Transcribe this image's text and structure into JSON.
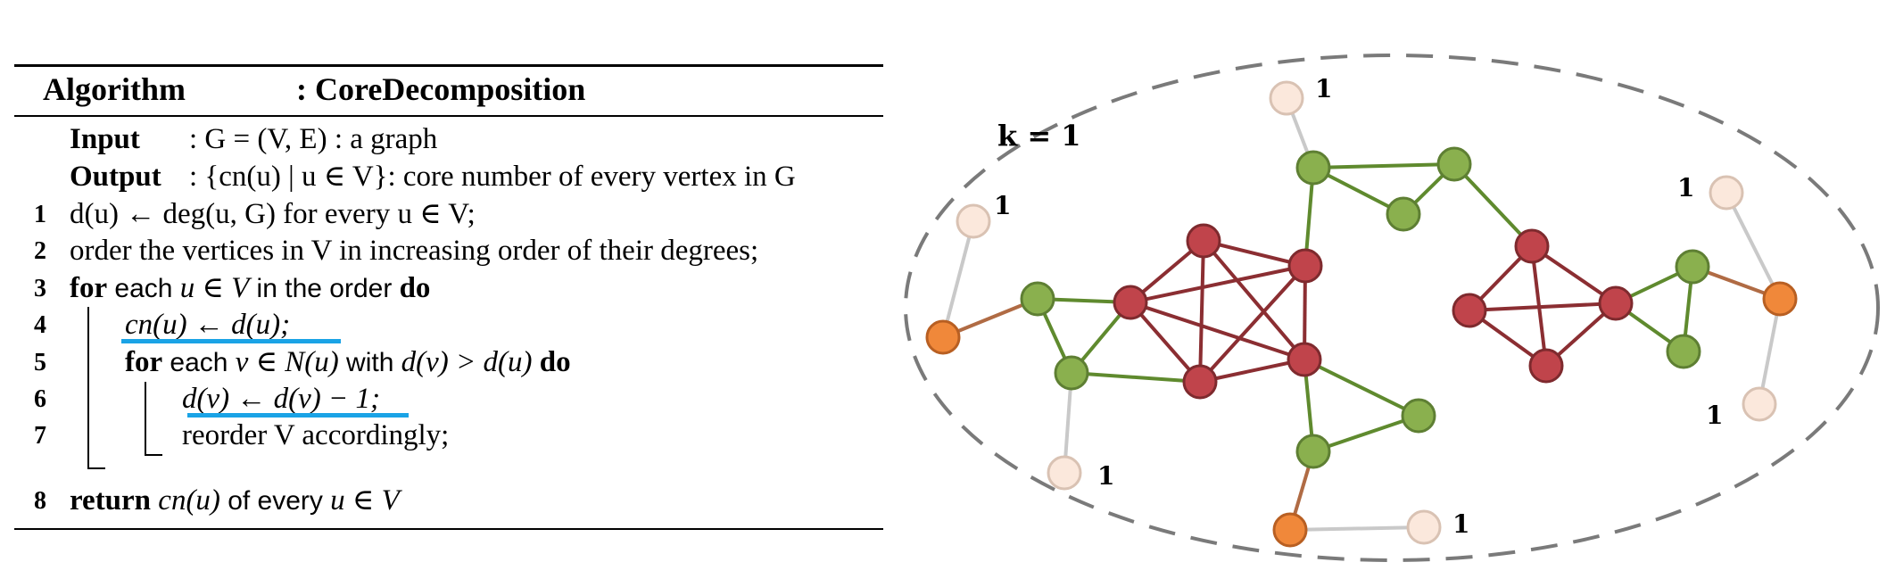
{
  "algorithm": {
    "title_keyword": "Algorithm",
    "title_name": ": CoreDecomposition",
    "input_label": "Input",
    "input_text": ": G = (V, E) : a graph",
    "output_label": "Output",
    "output_text": ": {cn(u) | u ∈ V}: core number of every vertex in G",
    "lines": [
      {
        "num": "1",
        "text": "d(u) ← deg(u, G) for every u ∈ V;"
      },
      {
        "num": "2",
        "text": "order the vertices in V in increasing order of their degrees;"
      },
      {
        "num": "3",
        "kw1": "for",
        "word": "each",
        "math": "u ∈ V",
        "mid": "in the order",
        "kw2": "do"
      },
      {
        "num": "4",
        "text": "cn(u) ← d(u);"
      },
      {
        "num": "5",
        "kw1": "for",
        "word": "each",
        "math": "v ∈ N(u)",
        "mid": "with",
        "math2": "d(v) > d(u)",
        "kw2": "do"
      },
      {
        "num": "6",
        "text": "d(v) ← d(v) − 1;"
      },
      {
        "num": "7",
        "text": "reorder V accordingly;"
      },
      {
        "num": "8",
        "kw1": "return",
        "math": "cn(u)",
        "mid": "of every",
        "math2": "u ∈ V"
      }
    ]
  },
  "graph": {
    "k_label": "k = 1",
    "node_label": "1",
    "colors": {
      "red": "#c0444b",
      "green": "#8ab04e",
      "orange": "#f0883a",
      "pale": "#fbe8dc",
      "edge_red": "#8b2e32",
      "edge_green": "#5f8a2e",
      "edge_brown": "#b06b44",
      "edge_gray": "#c9c9c9",
      "ellipse": "#7a7a7a"
    }
  }
}
